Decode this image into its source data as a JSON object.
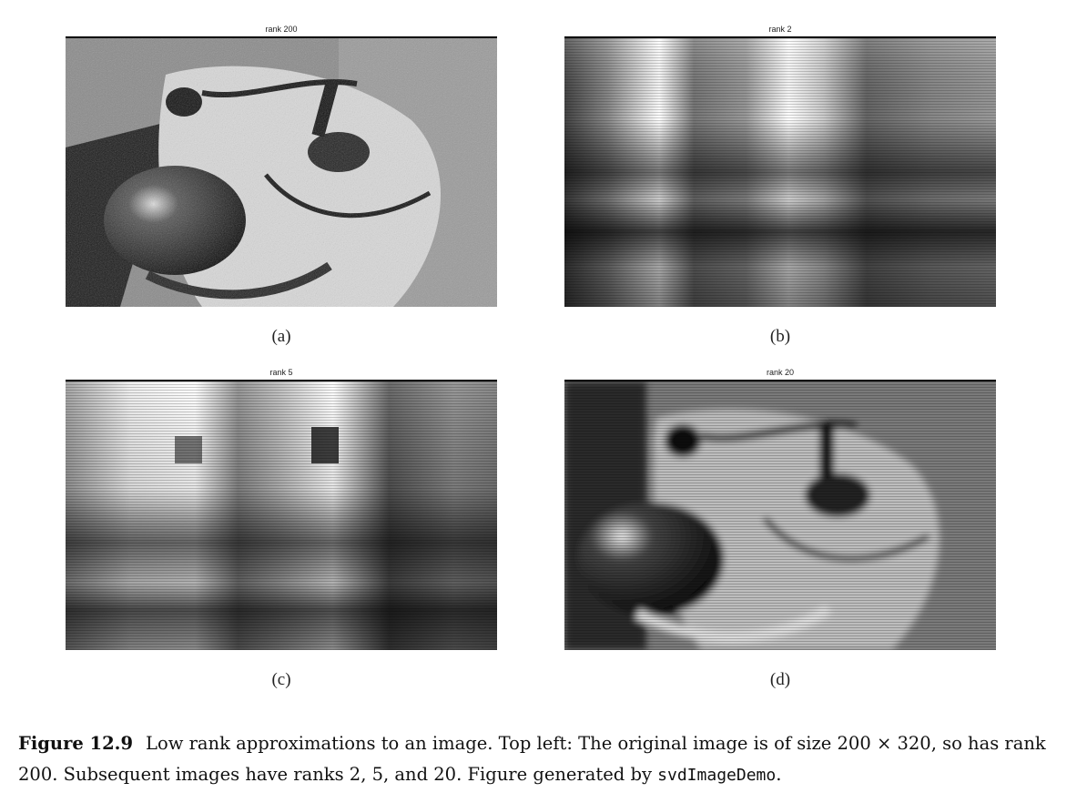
{
  "panels": [
    {
      "title": "rank 200",
      "label": "(a)"
    },
    {
      "title": "rank 2",
      "label": "(b)"
    },
    {
      "title": "rank 5",
      "label": "(c)"
    },
    {
      "title": "rank 20",
      "label": "(d)"
    }
  ],
  "caption": {
    "figure": "Figure 12.9",
    "text": "Low rank approximations to an image. Top left: The original image is of size 200 × 320, so has rank 200. Subsequent images have ranks 2, 5, and 20. Figure generated by ",
    "code": "svdImageDemo",
    "end": "."
  }
}
